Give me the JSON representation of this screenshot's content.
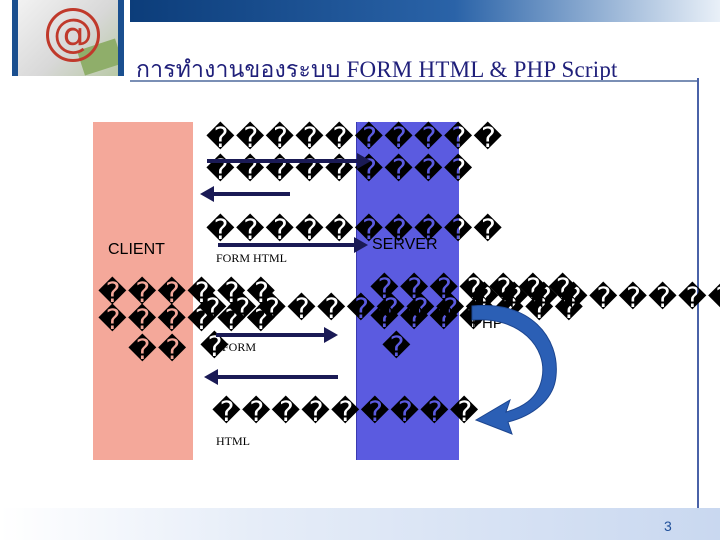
{
  "header": {
    "title": "การทำงานของระบบ   FORM HTML & PHP Script"
  },
  "diagram": {
    "client_label": "CLIENT",
    "server_label": "SERVER",
    "form_html_label": "FORM HTML",
    "form_label": "FORM",
    "php_label": "PHP",
    "html_label": "HTML",
    "garbled_top_1": "����������",
    "garbled_top_2": "���������",
    "garbled_mid": "����������",
    "client_text_1": "������",
    "client_text_2": "������",
    "client_text_3": "��",
    "middle_text": "�������������",
    "form_box": "�",
    "server_text_1": "�������",
    "server_text_2": "����",
    "server_text_3": "�",
    "right_text": "���������",
    "bottom_text": "���������"
  },
  "footer": {
    "page_number": "3"
  },
  "colors": {
    "client_box": "#f4a89a",
    "server_box": "#5b5be0",
    "arrow": "#1a1a55",
    "curved_arrow": "#2b5fb5"
  }
}
